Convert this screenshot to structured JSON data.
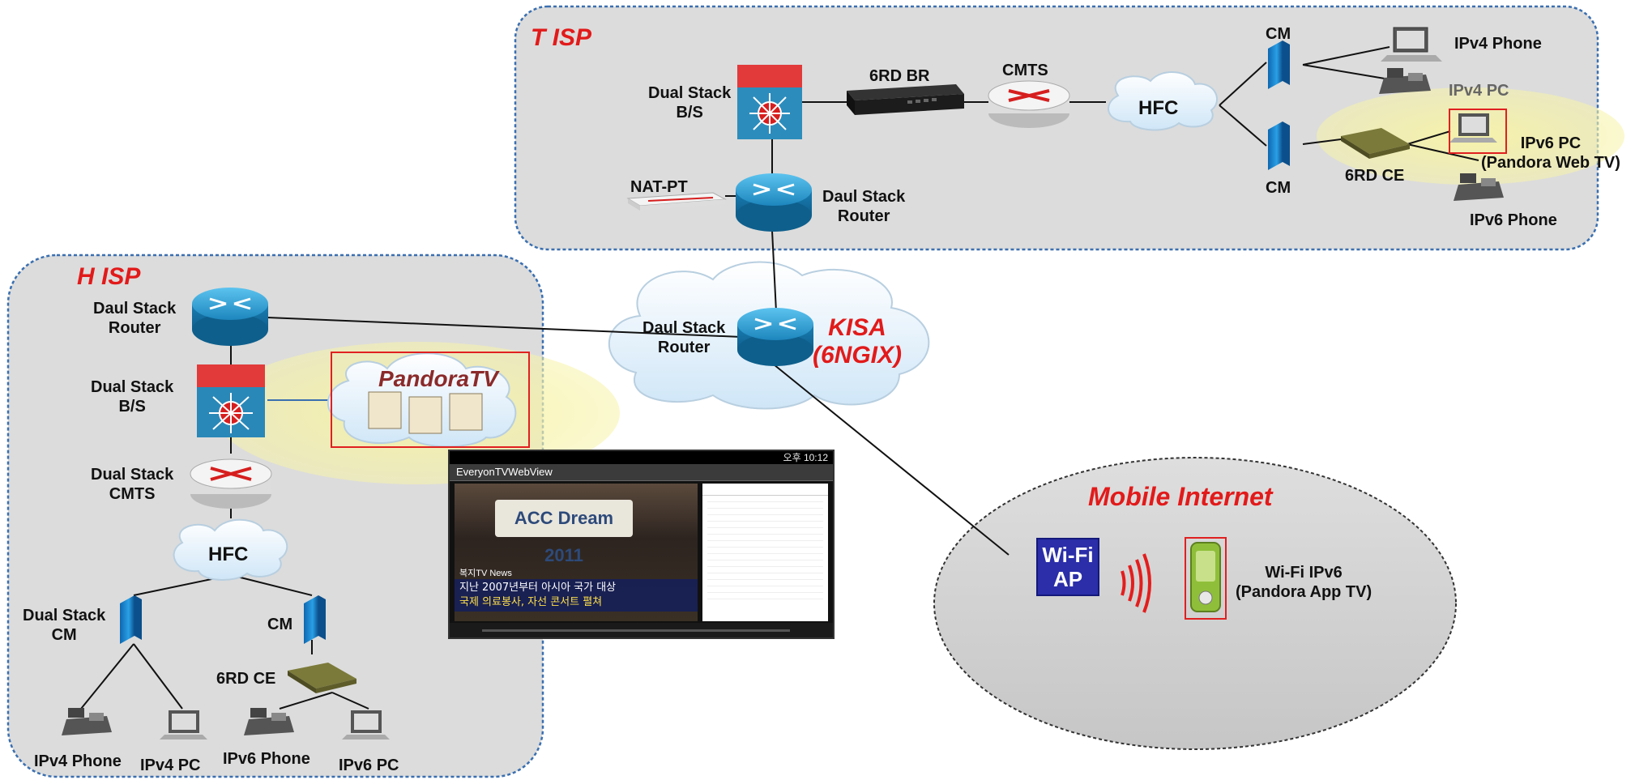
{
  "isp_titles": {
    "t_isp": "T ISP",
    "h_isp": "H ISP",
    "mobile": "Mobile Internet"
  },
  "t_isp": {
    "dual_stack_bs": "Dual Stack\nB/S",
    "sixrd_br": "6RD BR",
    "cmts": "CMTS",
    "hfc": "HFC",
    "cm_top": "CM",
    "cm_bottom": "CM",
    "ipv4_phone": "IPv4 Phone",
    "ipv4_pc": "IPv4 PC",
    "sixrd_ce": "6RD CE",
    "ipv6_pc": "IPv6 PC\n(Pandora Web TV)",
    "ipv6_phone": "IPv6 Phone",
    "nat_pt": "NAT-PT",
    "daul_stack_router": "Daul Stack\nRouter"
  },
  "kisa": {
    "router": "Daul Stack\nRouter",
    "name": "KISA\n(6NGIX)"
  },
  "h_isp": {
    "daul_stack_router": "Daul Stack\nRouter",
    "dual_stack_bs": "Dual Stack\nB/S",
    "pandora": "PandoraTV",
    "dual_stack_cmts": "Dual Stack\nCMTS",
    "hfc": "HFC",
    "dual_stack_cm": "Dual Stack\nCM",
    "cm": "CM",
    "sixrd_ce": "6RD CE",
    "ipv4_phone": "IPv4 Phone",
    "ipv4_pc": "IPv4 PC",
    "ipv6_phone": "IPv6 Phone",
    "ipv6_pc": "IPv6 PC"
  },
  "mobile": {
    "wifi_ap": "Wi-Fi\nAP",
    "wifi_ipv6": "Wi-Fi IPv6\n(Pandora App TV)"
  },
  "screenshot": {
    "status": "오후 10:12",
    "app_title": "EveryonTVWebView",
    "banner": "ACC Dream 2011",
    "news": "복지TV News",
    "caption_1": "지난 2007년부터 아시아 국가 대상",
    "caption_2": "국제 의료봉사, 자선 콘서트 펼쳐"
  },
  "colors": {
    "isp_title": "#e21a1a",
    "cloud_panel": "#d8d8d8",
    "router": "#1f8fc4",
    "highlight": "#f3f0b0"
  }
}
